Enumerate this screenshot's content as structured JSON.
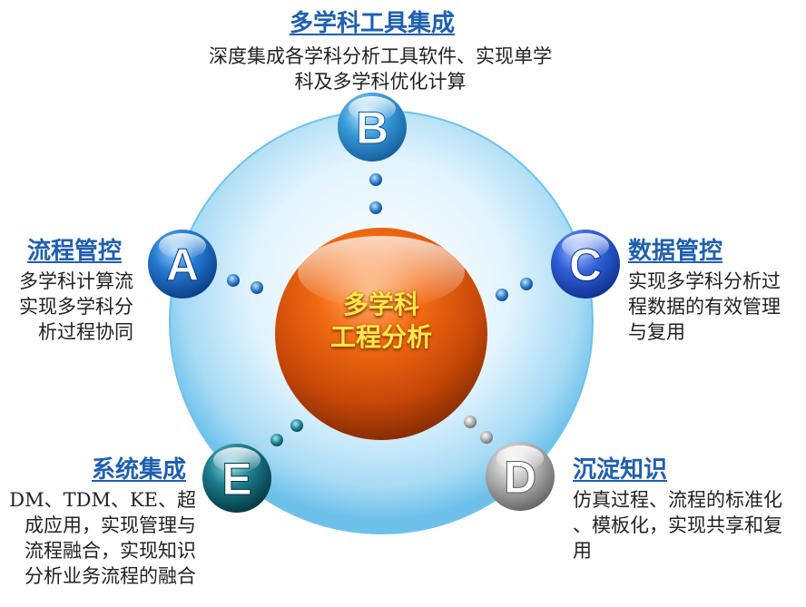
{
  "center": {
    "line1": "多学科",
    "line2": "工程分析"
  },
  "nodes": [
    {
      "letter": "A",
      "title": "流程管控",
      "desc": [
        "多学科计算流",
        "实现多学科分",
        "析过程协同"
      ],
      "color": "#1a5fb0"
    },
    {
      "letter": "B",
      "title": "多学科工具集成",
      "desc": [
        "深度集成各学科分析工具软件、实现单学",
        "科及多学科优化计算"
      ],
      "color": "#2a86c8"
    },
    {
      "letter": "C",
      "title": "数据管控",
      "desc": [
        "实现多学科分析过",
        "程数据的有效管理",
        "与复用"
      ],
      "color": "#1f4fc0"
    },
    {
      "letter": "D",
      "title": "沉淀知识",
      "desc": [
        "仿真过程、流程的标准化",
        "、模板化，实现共享和复",
        "用"
      ],
      "color": "#8a8a8a"
    },
    {
      "letter": "E",
      "title": "系统集成",
      "desc": [
        "DM、TDM、KE、超",
        "成应用，实现管理与",
        "流程融合，实现知识",
        "分析业务流程的融合"
      ],
      "color": "#115e6e"
    }
  ],
  "colors": {
    "ring": "#8fd0f2",
    "core": "#e05a10",
    "title": "#1f5fb0",
    "centerText": "#ffe94a"
  }
}
